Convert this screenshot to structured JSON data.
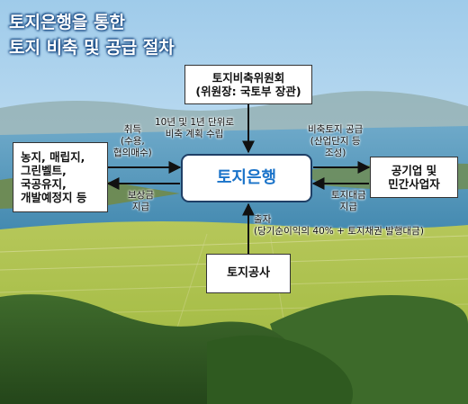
{
  "title": {
    "line1": "토지은행을 통한",
    "line2": "토지 비축 및 공급 절차"
  },
  "nodes": {
    "committee": {
      "line1": "토지비축위원회",
      "line2": "(위원장: 국토부 장관)"
    },
    "bank": {
      "label": "토지은행"
    },
    "sources": {
      "lines": [
        "농지, 매립지,",
        "그린벨트,",
        "국공유지,",
        "개발예정지 등"
      ]
    },
    "buyers": {
      "line1": "공기업 및",
      "line2": "민간사업자"
    },
    "lh": {
      "label": "토지공사"
    }
  },
  "edges": {
    "plan": {
      "line1": "10년 및 1년 단위로",
      "line2": "비축 계획 수립"
    },
    "acquire": {
      "line1": "취득",
      "line2": "(수용,",
      "line3": "협의매수)"
    },
    "compensation": {
      "line1": "보상금",
      "line2": "지급"
    },
    "supply": {
      "line1": "비축토지 공급",
      "line2": "(산업단지 등",
      "line3": "조성)"
    },
    "payment": {
      "line1": "토지대금",
      "line2": "지급"
    },
    "fund": {
      "line1": "출자",
      "line2": "(당기순이익의 40% + 토지채권 발행대금)"
    }
  },
  "colors": {
    "bank_text": "#1a73c9",
    "bank_border": "#1f3f66",
    "arrow": "#111111"
  }
}
